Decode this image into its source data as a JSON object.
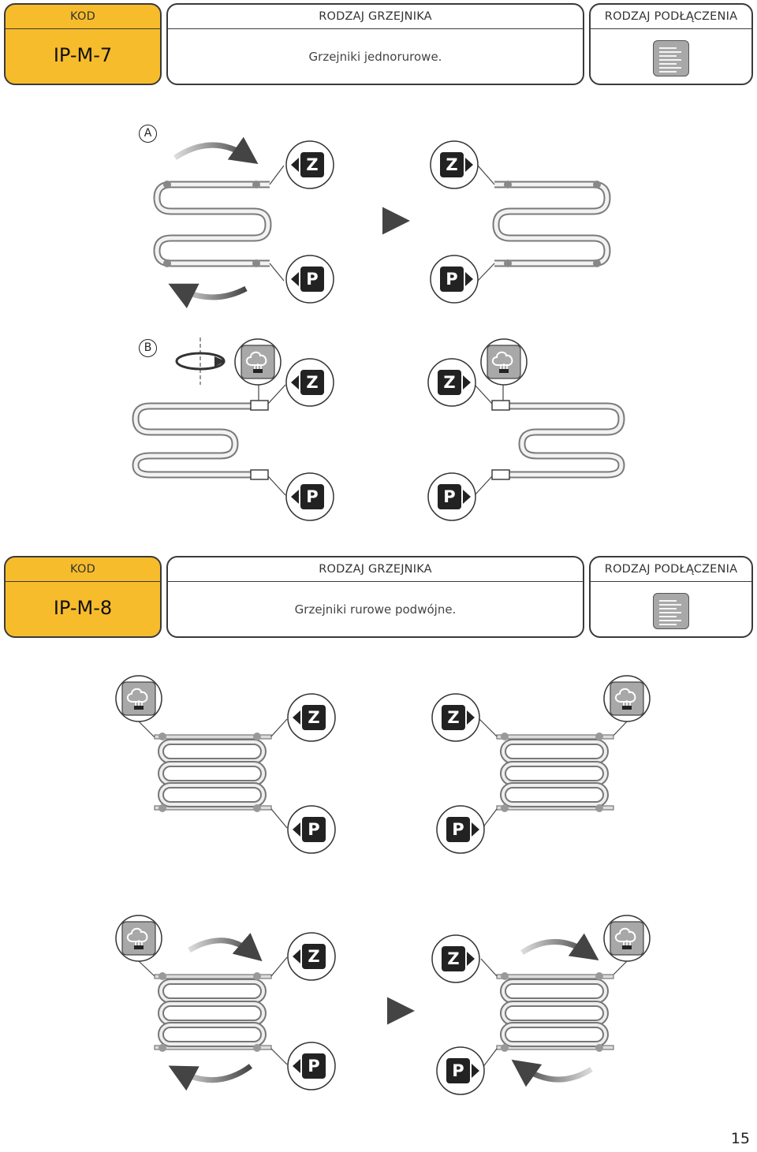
{
  "headers": [
    {
      "kod_label": "KOD",
      "kod_value": "IP-M-7",
      "type_label": "RODZAJ GRZEJNIKA",
      "type_value": "Grzejniki jednorurowe.",
      "connection_label": "RODZAJ PODŁĄCZENIA",
      "connection_icon": "radiator-connection-icon"
    },
    {
      "kod_label": "KOD",
      "kod_value": "IP-M-8",
      "type_label": "RODZAJ GRZEJNIKA",
      "type_value": "Grzejniki rurowe podwójne.",
      "connection_label": "RODZAJ PODŁĄCZENIA",
      "connection_icon": "radiator-connection-icon"
    }
  ],
  "sections": {
    "a": "A",
    "b": "B"
  },
  "badges": {
    "supply": "Z",
    "return": "P"
  },
  "icons": {
    "rotate_arrow": "curved-arrow-icon",
    "transform_arrow": "right-arrow-icon",
    "heater": "electric-heater-icon",
    "spin": "rotation-axis-icon"
  },
  "colors": {
    "kod_fill": "#f7bc2c",
    "badge_fill": "#222222",
    "pipe_stroke": "#7a7a7a",
    "heater_fill": "#a8a8a8"
  },
  "page_number": "15"
}
